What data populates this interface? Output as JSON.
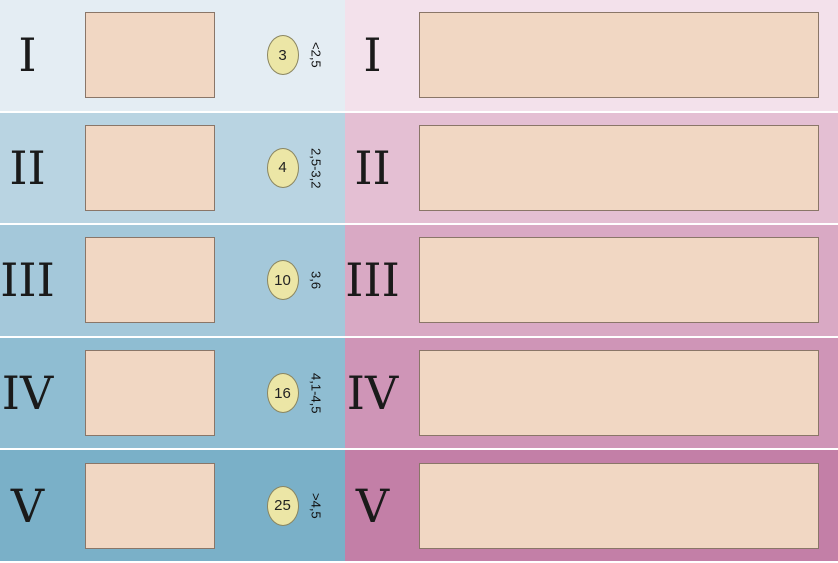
{
  "stages": [
    "I",
    "II",
    "III",
    "IV",
    "V"
  ],
  "volumes": [
    "3",
    "4",
    "10",
    "16",
    "25"
  ],
  "measurements": [
    "<2,5",
    "2,5-3,2",
    "3,6",
    "4,1-4,5",
    ">4,5"
  ],
  "colors": {
    "blue": [
      "#e4edf3",
      "#b9d4e2",
      "#a4c8da",
      "#8fbdd2",
      "#7ab0c8"
    ],
    "pink": [
      "#f3e1eb",
      "#e4bfd3",
      "#d9a9c4",
      "#cf95b7",
      "#c37fa7"
    ]
  }
}
